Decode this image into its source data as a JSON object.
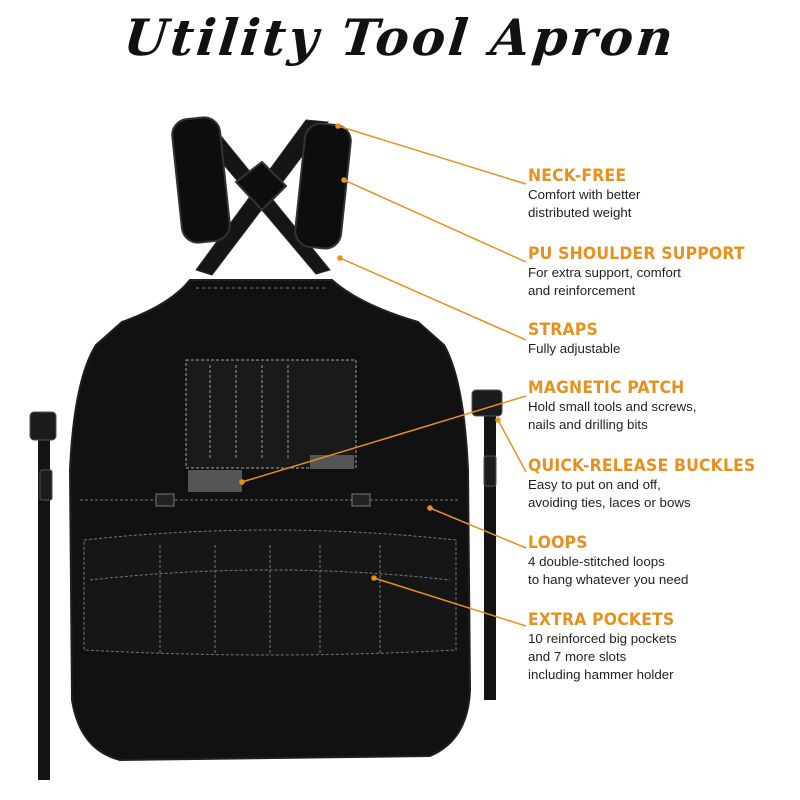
{
  "title": "Utility Tool Apron",
  "colors": {
    "accent": "#e8901f",
    "apron": "#111111",
    "stitch": "#9a9a9a"
  },
  "features": [
    {
      "heading": "NECK-FREE",
      "text": "Comfort with better\ndistributed weight"
    },
    {
      "heading": "PU SHOULDER SUPPORT",
      "text": "For extra support, comfort\nand reinforcement"
    },
    {
      "heading": "STRAPS",
      "text": "Fully adjustable"
    },
    {
      "heading": "MAGNETIC PATCH",
      "text": "Hold small tools and screws,\nnails and drilling bits"
    },
    {
      "heading": "QUICK-RELEASE BUCKLES",
      "text": "Easy to put on and off,\navoiding ties, laces or bows"
    },
    {
      "heading": "LOOPS",
      "text": "4 double-stitched loops\nto hang whatever you need"
    },
    {
      "heading": "EXTRA POCKETS",
      "text": "10 reinforced big pockets\nand 7 more slots\nincluding hammer holder"
    }
  ]
}
